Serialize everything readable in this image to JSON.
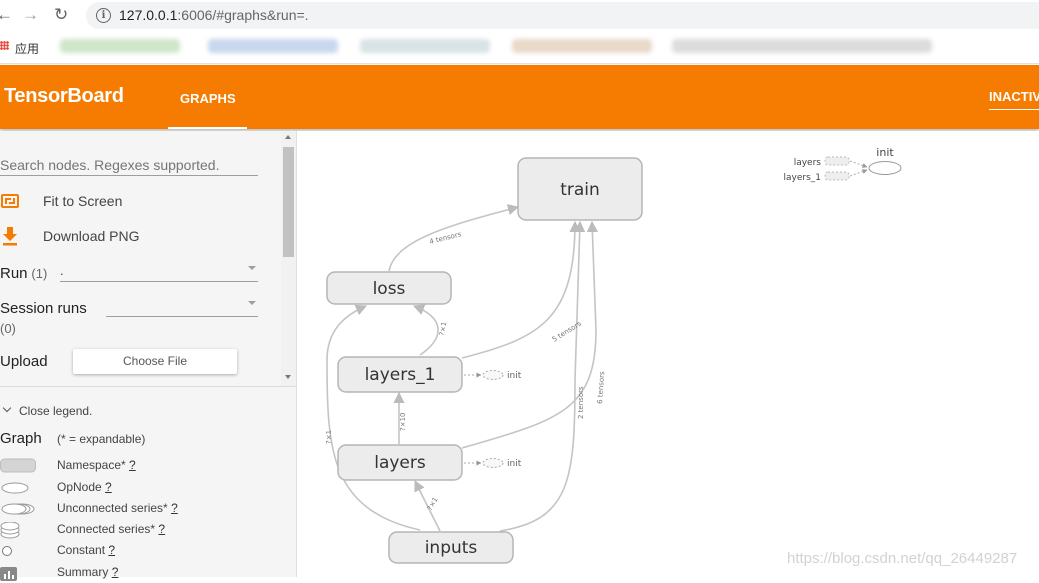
{
  "browser": {
    "url_host": "127.0.0.1",
    "url_rest": ":6006/#graphs&run=.",
    "apps_label": "应用"
  },
  "app": {
    "title": "TensorBoard",
    "tabs": [
      {
        "label": "GRAPHS",
        "active": true
      }
    ],
    "inactive_label": "INACTIVE",
    "accent_color": "#f57c00"
  },
  "sidebar": {
    "search_placeholder": "Search nodes. Regexes supported.",
    "fit_label": "Fit to Screen",
    "download_label": "Download PNG",
    "run_label": "Run",
    "run_count": "(1)",
    "run_value": ".",
    "session_label": "Session runs",
    "session_count": "(0)",
    "upload_label": "Upload",
    "choose_file_label": "Choose File"
  },
  "legend": {
    "toggle_label": "Close legend.",
    "graph_title": "Graph",
    "graph_note": "(* = expandable)",
    "items": [
      {
        "label": "Namespace*",
        "icon": "namespace-icon"
      },
      {
        "label": "OpNode",
        "icon": "opnode-icon"
      },
      {
        "label": "Unconnected series*",
        "icon": "unconnected-series-icon"
      },
      {
        "label": "Connected series*",
        "icon": "connected-series-icon"
      },
      {
        "label": "Constant",
        "icon": "constant-icon"
      },
      {
        "label": "Summary",
        "icon": "summary-icon"
      }
    ],
    "help_mark": "?"
  },
  "graph": {
    "nodes": {
      "train": "train",
      "loss": "loss",
      "layers_1": "layers_1",
      "layers": "layers",
      "inputs": "inputs"
    },
    "init_label": "init",
    "edges": {
      "loss_train": "4 tensors",
      "layers1_loss": "?×1",
      "layers1_train": "5 tensors",
      "inputs_loss": "?×1",
      "layers_layers1": "?×10",
      "inputs_layers": "?×1",
      "inputs_train": "2 tensors",
      "layers_train": "6 tensors"
    },
    "aux": {
      "layers": "layers",
      "layers_1": "layers_1",
      "init": "init"
    }
  },
  "watermark": "https://blog.csdn.net/qq_26449287"
}
